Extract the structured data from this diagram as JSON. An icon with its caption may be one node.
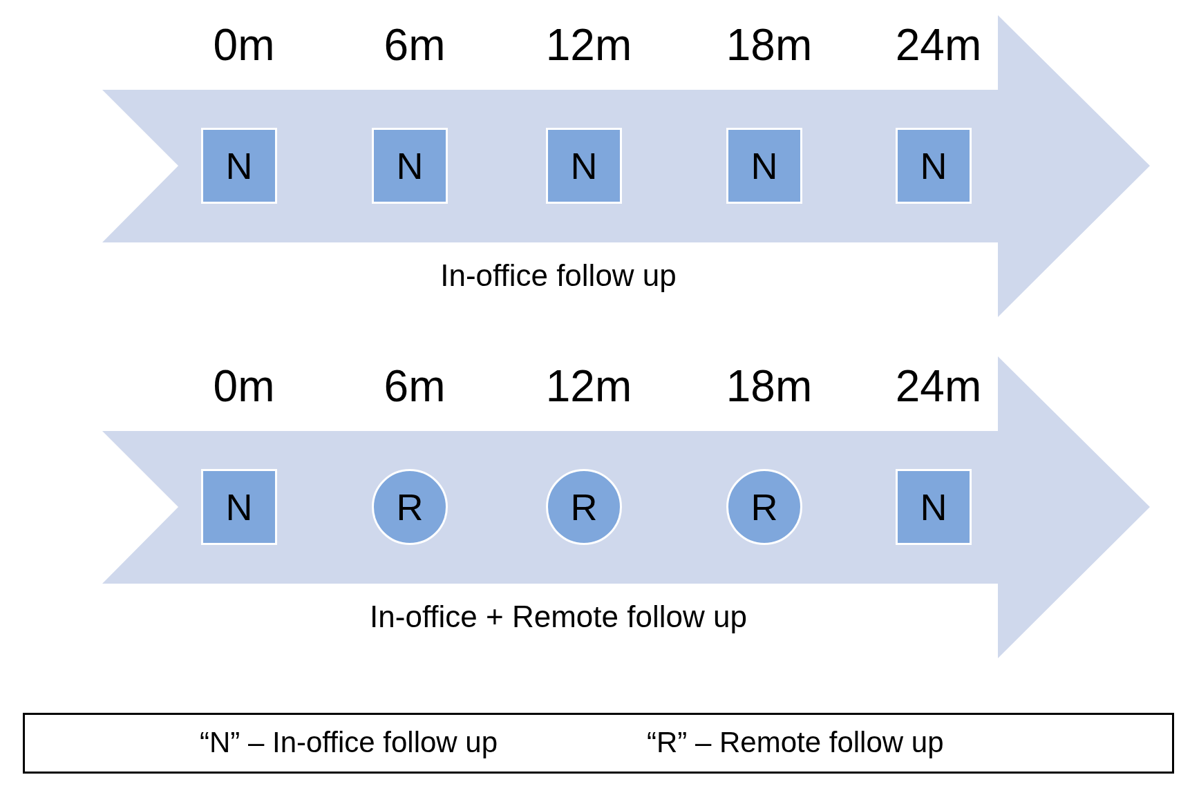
{
  "diagram": {
    "nodes": [
      {
        "text": [
          "In-office follow up"
        ]
      },
      {
        "text": [
          "N"
        ],
        "in": 0,
        "beside": [
          "0m"
        ]
      },
      {
        "text": [
          "N"
        ],
        "in": 0,
        "beside": [
          "6m"
        ]
      },
      {
        "text": [
          "N"
        ],
        "in": 0,
        "beside": [
          "12m"
        ]
      },
      {
        "text": [
          "N"
        ],
        "in": 0,
        "beside": [
          "18m"
        ]
      },
      {
        "text": [
          "N"
        ],
        "in": 0,
        "beside": [
          "24m"
        ]
      },
      {
        "text": [
          "In-office + Remote follow up"
        ]
      },
      {
        "text": [
          "N"
        ],
        "in": 6,
        "beside": [
          "0m"
        ]
      },
      {
        "text": [
          "R"
        ],
        "in": 6,
        "beside": [
          "6m"
        ]
      },
      {
        "text": [
          "R"
        ],
        "in": 6,
        "beside": [
          "12m"
        ]
      },
      {
        "text": [
          "R"
        ],
        "in": 6,
        "beside": [
          "18m"
        ]
      },
      {
        "text": [
          "N"
        ],
        "in": 6,
        "beside": [
          "24m"
        ]
      }
    ],
    "labels": [
      "“N” – In-office follow up",
      "“R” – Remote follow up"
    ]
  }
}
